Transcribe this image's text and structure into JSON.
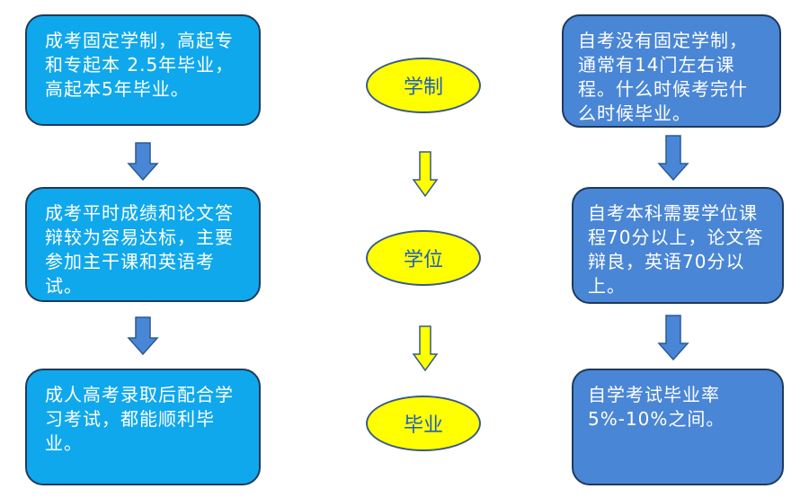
{
  "left": [
    {
      "text": "成考固定学制，高起专和专起本 2.5年毕业， 高起本5年毕业。"
    },
    {
      "text": "成考平时成绩和论文答辩较为容易达标，主要参加主干课和英语考试。"
    },
    {
      "text": "成人高考录取后配合学习考试，都能顺利毕业。"
    }
  ],
  "center": [
    {
      "label": "学制"
    },
    {
      "label": "学位"
    },
    {
      "label": "毕业"
    }
  ],
  "right": [
    {
      "text": "自考没有固定学制，通常有14门左右课程。什么时候考完什么时候毕业。"
    },
    {
      "text": "自考本科需要学位课程70分以上，论文答辩良，英语70分以上。"
    },
    {
      "text": "自学考试毕业率5%-10%之间。"
    }
  ],
  "colors": {
    "left_box": "#10a8ec",
    "right_box": "#4a86d6",
    "ellipse": "#ffff00",
    "ellipse_text": "#1f5fbf",
    "blue_arrow": "#4a86d6",
    "yellow_arrow": "#ffff00"
  }
}
